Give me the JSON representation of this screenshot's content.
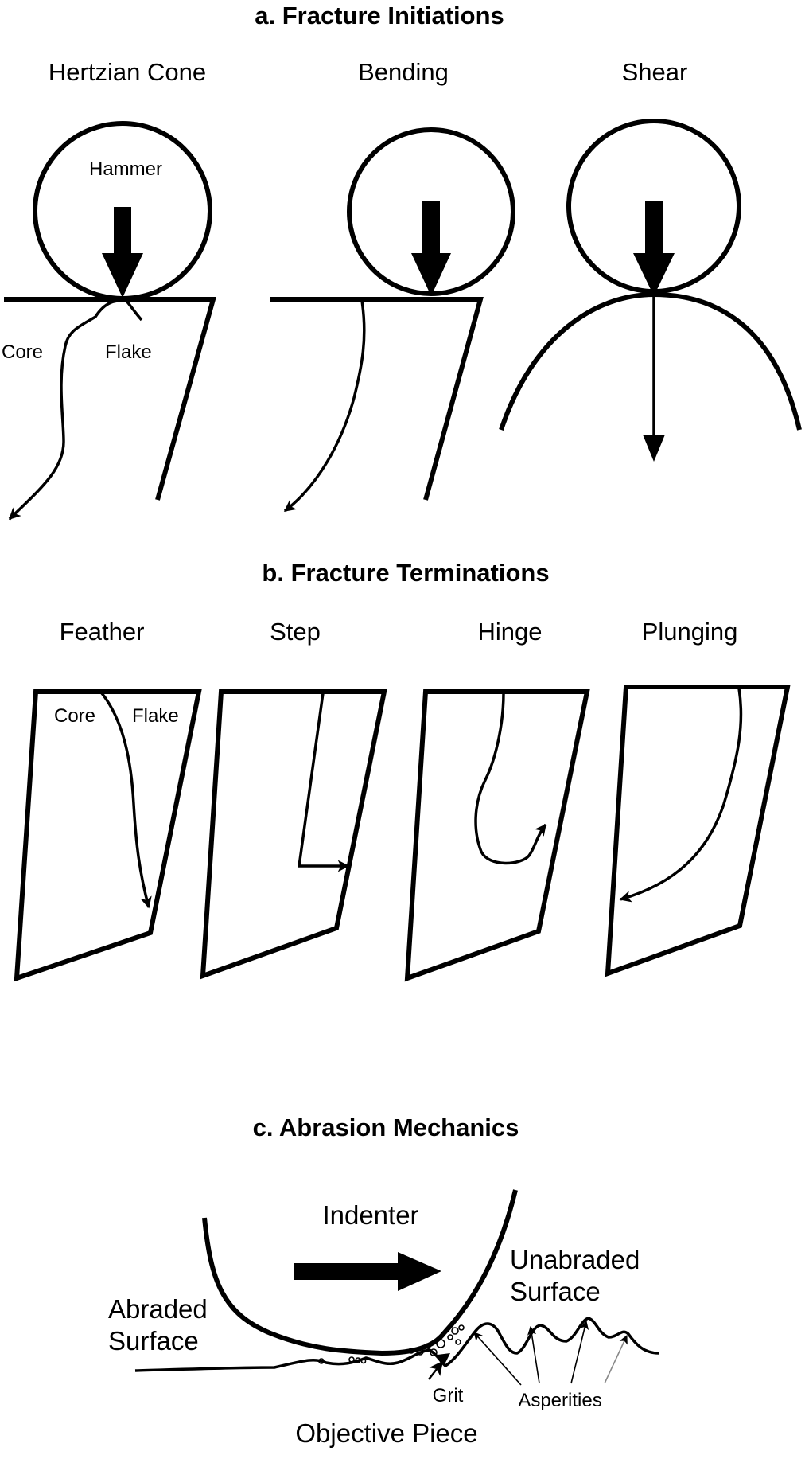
{
  "panel_a": {
    "title": "a. Fracture Initiations",
    "labels": [
      "Hertzian Cone",
      "Bending",
      "Shear"
    ],
    "hammer": "Hammer",
    "core": "Core",
    "flake": "Flake"
  },
  "panel_b": {
    "title": "b. Fracture Terminations",
    "labels": [
      "Feather",
      "Step",
      "Hinge",
      "Plunging"
    ],
    "core": "Core",
    "flake": "Flake"
  },
  "panel_c": {
    "title": "c. Abrasion Mechanics",
    "indenter": "Indenter",
    "unabraded_line1": "Unabraded",
    "unabraded_line2": "Surface",
    "abraded_line1": "Abraded",
    "abraded_line2": "Surface",
    "grit": "Grit",
    "asperities": "Asperities",
    "objective_piece": "Objective Piece"
  }
}
